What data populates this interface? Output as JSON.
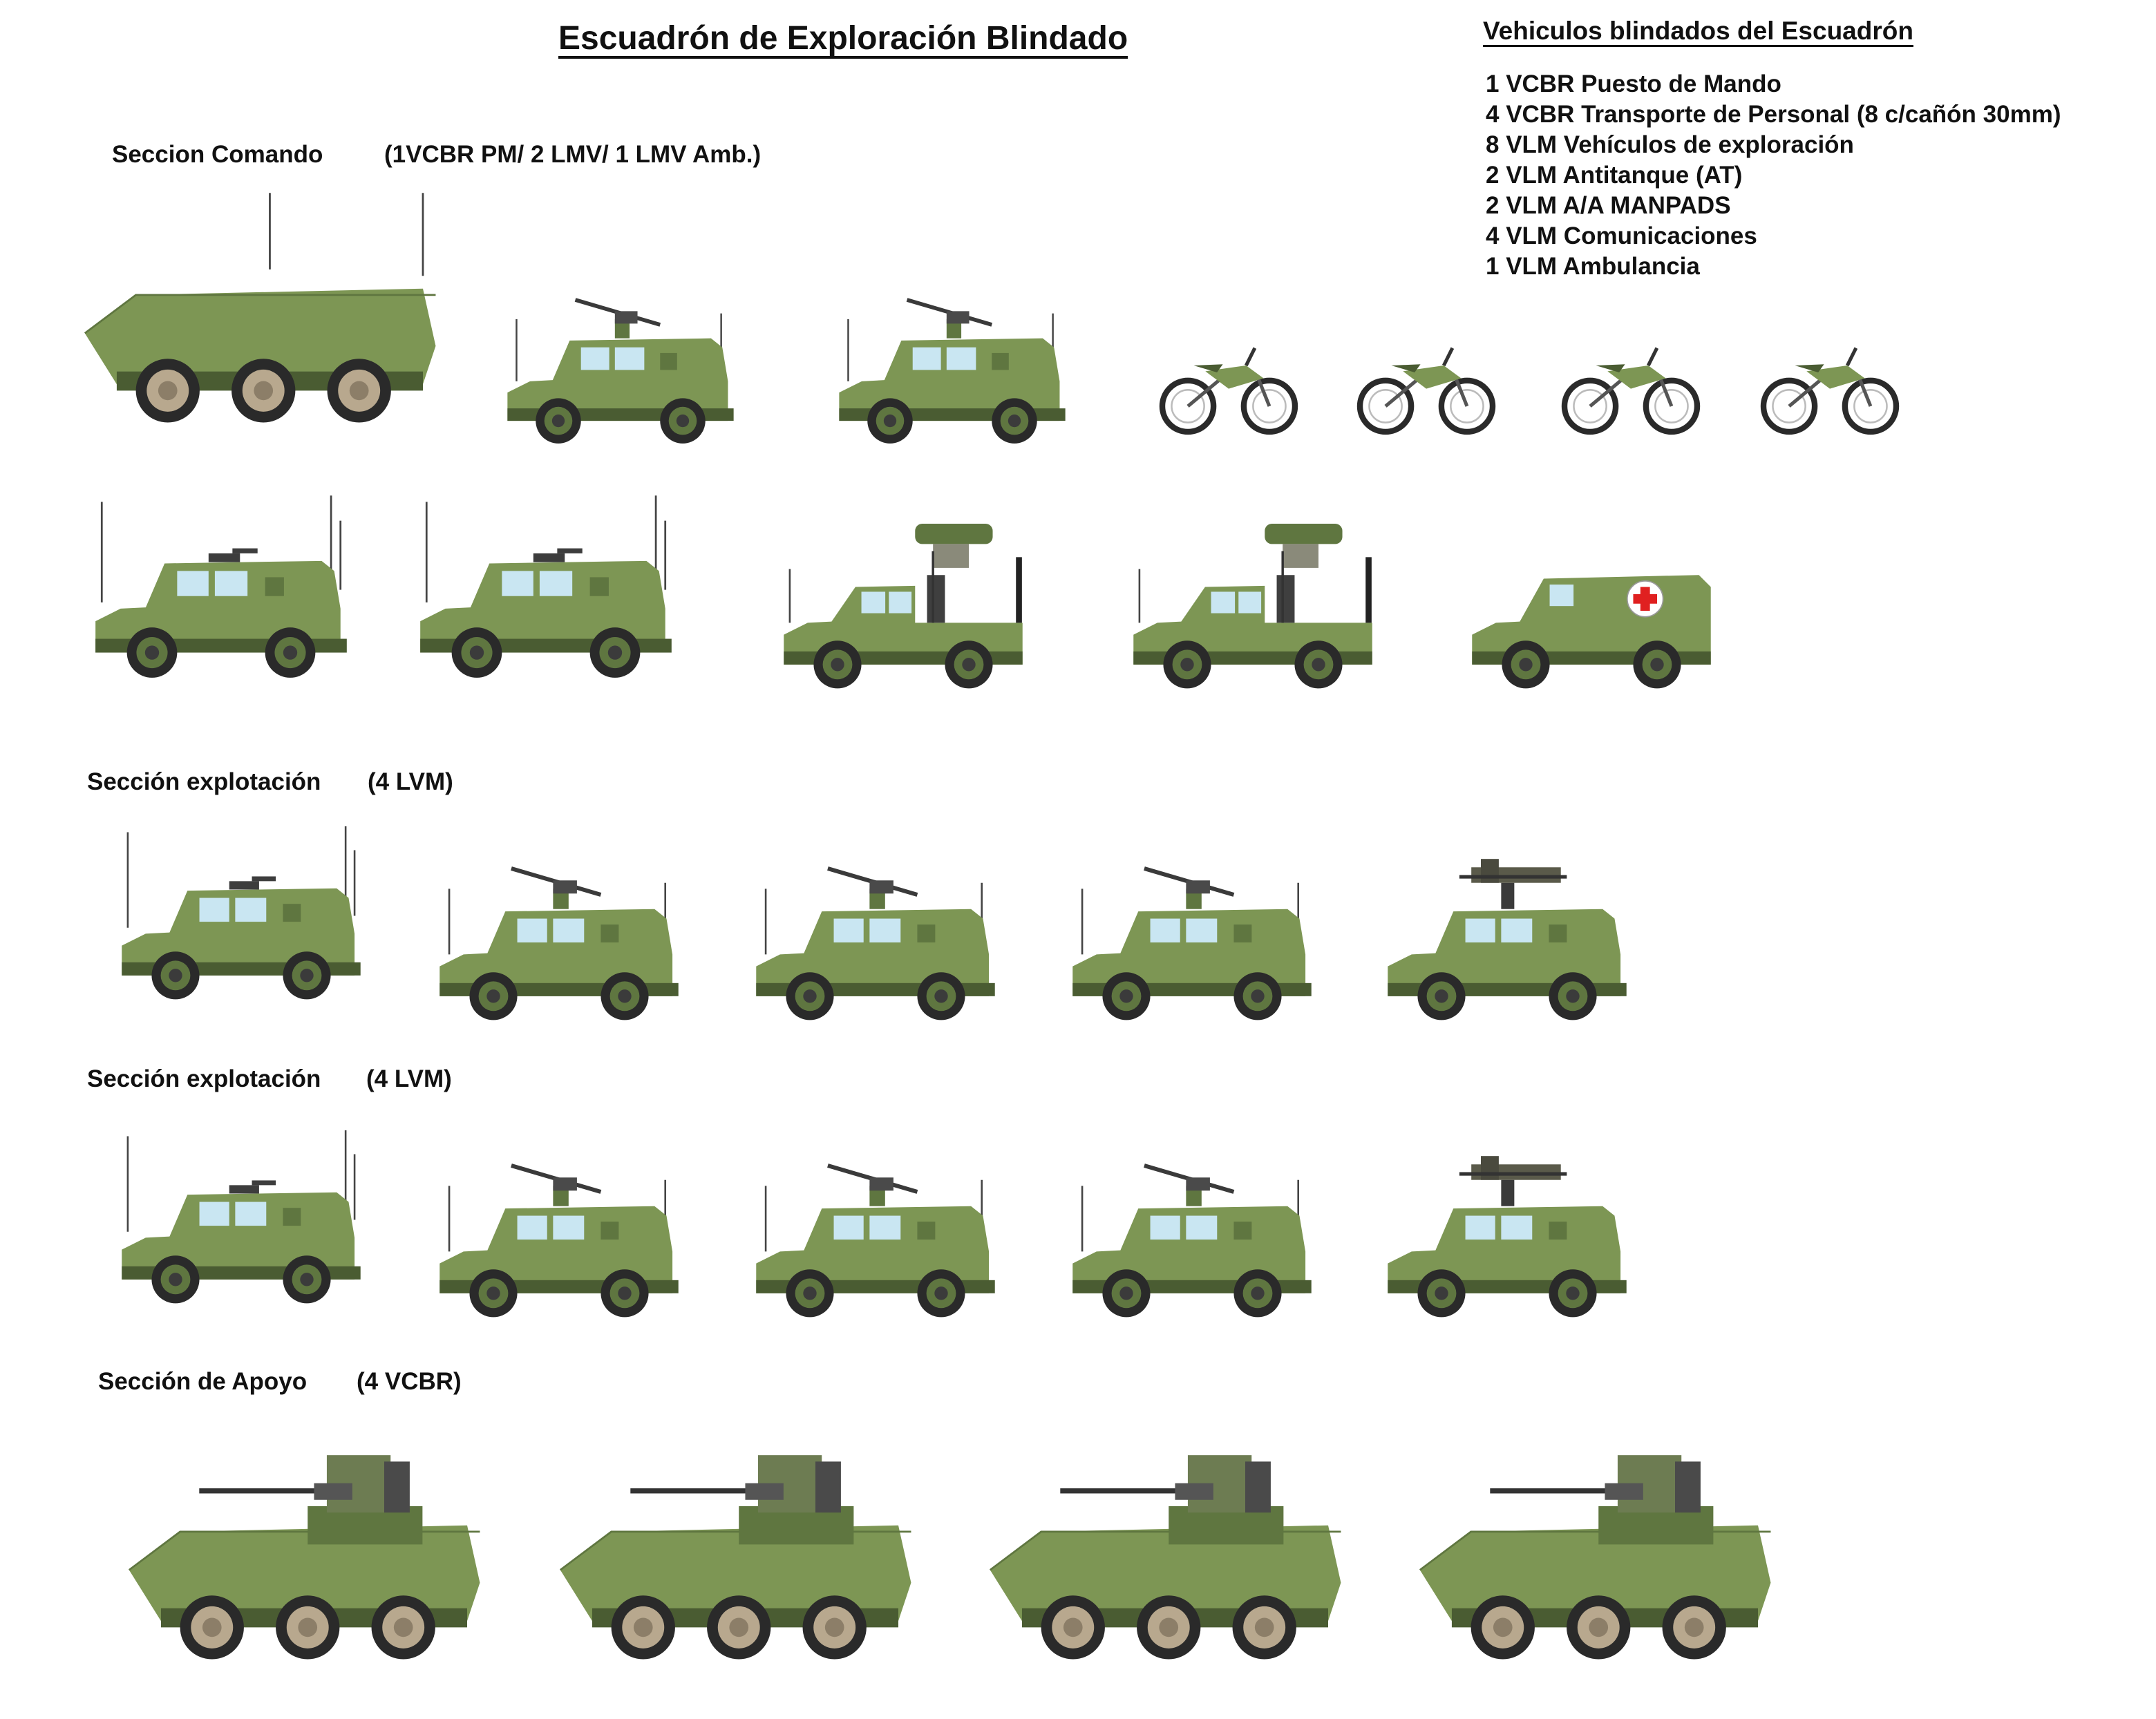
{
  "title": "Escuadrón de Exploración Blindado",
  "summary": {
    "heading": "Vehiculos blindados del Escuadrón",
    "items": [
      "1 VCBR Puesto de Mando",
      "4 VCBR Transporte de Personal (8 c/cañón 30mm)",
      "8 VLM Vehículos de exploración",
      "2 VLM Antitanque (AT)",
      "2 VLM A/A MANPADS",
      "4 VLM Comunicaciones",
      "1 VLM Ambulancia"
    ]
  },
  "sections": [
    {
      "name": "Seccion Comando",
      "composition": "(1VCBR PM/ 2 LMV/ 1 LMV Amb.)"
    },
    {
      "name": "Sección explotación",
      "composition": "(4 LVM)"
    },
    {
      "name": "Sección explotación",
      "composition": "(4 LVM)"
    },
    {
      "name": "Sección de Apoyo",
      "composition": "(4 VCBR)"
    }
  ],
  "vehicle_groups": {
    "command_vehicles": [
      "vcbr-command",
      "lmv-mg",
      "lmv-mg",
      "motorcycle",
      "motorcycle",
      "motorcycle",
      "motorcycle",
      "lmv-comms",
      "lmv-comms",
      "lmv-manpads",
      "lmv-manpads",
      "lmv-ambulance"
    ],
    "exploitation_1": [
      "lmv-comms",
      "lmv-mg",
      "lmv-mg",
      "lmv-mg",
      "lmv-at"
    ],
    "exploitation_2": [
      "lmv-comms",
      "lmv-mg",
      "lmv-mg",
      "lmv-mg",
      "lmv-at"
    ],
    "support": [
      "vcbr-30mm",
      "vcbr-30mm",
      "vcbr-30mm",
      "vcbr-30mm"
    ]
  },
  "colors": {
    "olive": "#7d9654",
    "olive_dark": "#5f7640",
    "olive_shadow": "#4a5c32",
    "tire": "#2a2a2a",
    "hub": "#b8a88e",
    "glass": "#c9e6f2",
    "cross": "#e02020"
  }
}
